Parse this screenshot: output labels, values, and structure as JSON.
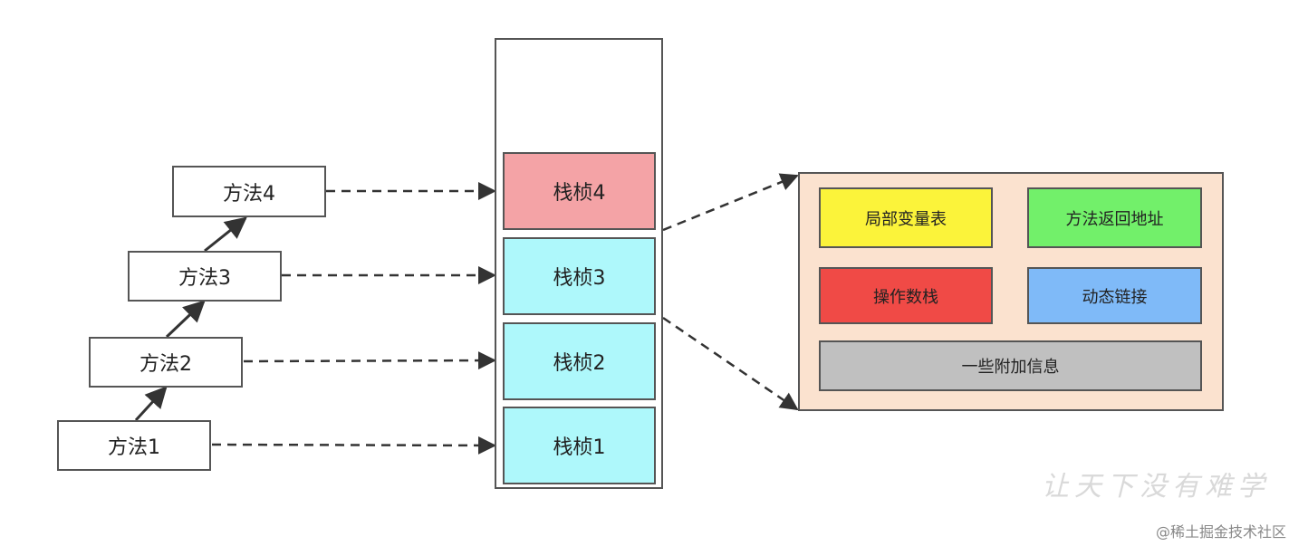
{
  "methods": [
    {
      "label": "方法1"
    },
    {
      "label": "方法2"
    },
    {
      "label": "方法3"
    },
    {
      "label": "方法4"
    }
  ],
  "frames": [
    {
      "label": "栈桢4",
      "color": "#f4a3a6"
    },
    {
      "label": "栈桢3",
      "color": "#aef8fb"
    },
    {
      "label": "栈桢2",
      "color": "#aef8fb"
    },
    {
      "label": "栈桢1",
      "color": "#aef8fb"
    }
  ],
  "frame_detail": {
    "background": "#fbe2cf",
    "cells": [
      {
        "label": "局部变量表",
        "color": "#fbf33a"
      },
      {
        "label": "方法返回地址",
        "color": "#72f06a"
      },
      {
        "label": "操作数栈",
        "color": "#f04a46"
      },
      {
        "label": "动态链接",
        "color": "#7fbaf8"
      },
      {
        "label": "一些附加信息",
        "color": "#c0c0c0"
      }
    ]
  },
  "watermark": "让天下没有难学",
  "credit": "@稀土掘金技术社区"
}
